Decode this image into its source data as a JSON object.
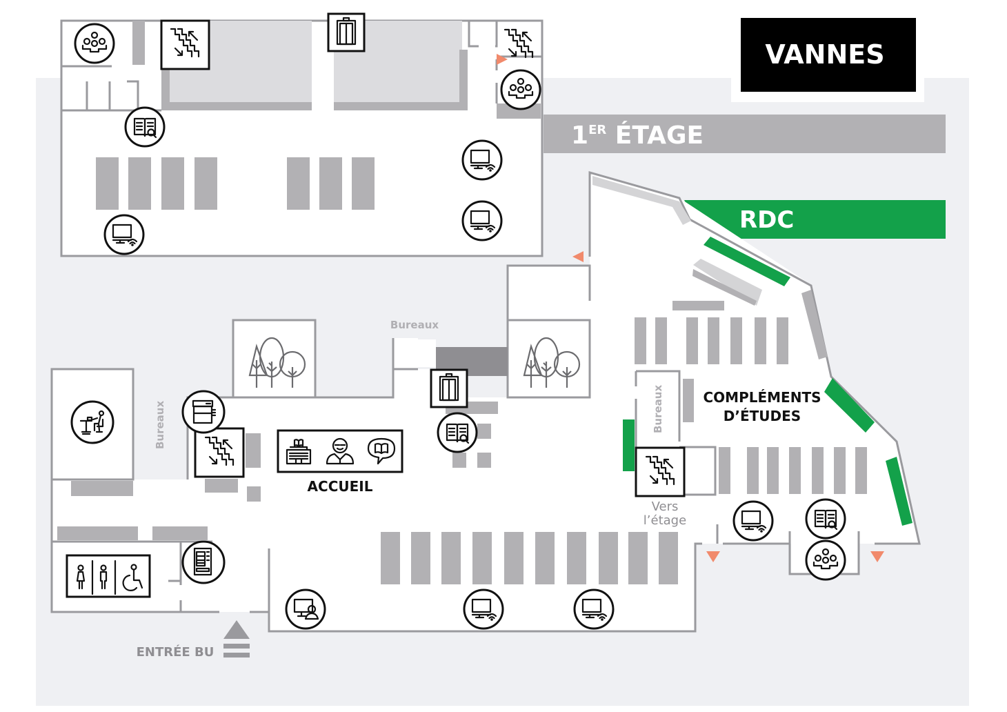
{
  "map": {
    "campus_title": "VANNES",
    "floors": [
      {
        "label_main": "1",
        "label_sup": "ER",
        "label_rest": " ÉTAGE",
        "color": "#b2b1b4"
      },
      {
        "label_main": "RDC",
        "color": "#13a14a"
      }
    ],
    "zones": {
      "accueil": "ACCUEIL",
      "complements_line1": "COMPLÉMENTS",
      "complements_line2": "D’ÉTUDES",
      "bureaux_top": "Bureaux",
      "bureaux_left": "Bureaux",
      "bureaux_right": "Bureaux",
      "vers_etage_line1": "Vers",
      "vers_etage_line2": "l’étage",
      "entree": "ENTRÉE BU"
    },
    "colors": {
      "background_panel": "#eff0f3",
      "wall": "#9a9a9e",
      "shelf": "#b2b1b4",
      "rdc_green": "#13a14a",
      "exit_marker": "#f18a6c",
      "title_bg": "#000000"
    },
    "icons": [
      "group-work-room-icon",
      "stairs-icon",
      "elevator-icon",
      "catalog-search-icon",
      "wifi-computer-icon",
      "assisted-computer-icon",
      "workstation-desk-icon",
      "photocopier-icon",
      "library-building-icon",
      "librarian-icon",
      "reading-help-bubble-icon",
      "vending-machine-icon",
      "toilets-women-icon",
      "toilets-men-icon",
      "accessible-toilet-icon",
      "garden-patio-icon"
    ]
  }
}
